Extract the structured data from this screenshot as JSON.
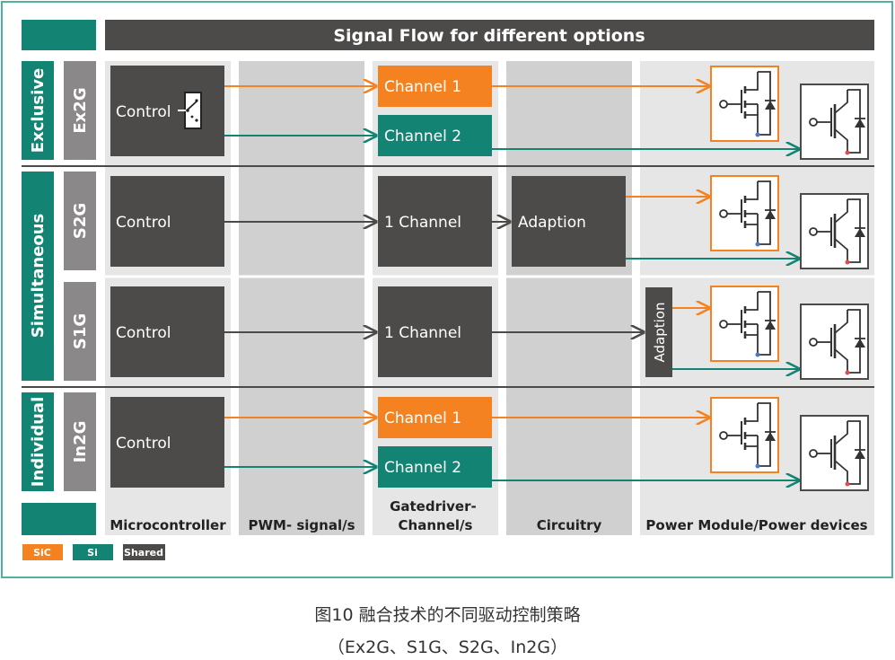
{
  "title": "Signal Flow for different options",
  "groups": [
    {
      "label": "Exclusive"
    },
    {
      "label": "Simultaneous"
    },
    {
      "label": "Individual"
    }
  ],
  "rows": [
    {
      "label": "Ex2G",
      "controller": "Control",
      "gatedriver": [
        "Channel 1",
        "Channel 2"
      ]
    },
    {
      "label": "S2G",
      "controller": "Control",
      "gatedriver": [
        "1 Channel"
      ],
      "circuitry": "Adaption"
    },
    {
      "label": "S1G",
      "controller": "Control",
      "gatedriver": [
        "1 Channel"
      ],
      "power_adaption": "Adaption"
    },
    {
      "label": "In2G",
      "controller": "Control",
      "gatedriver": [
        "Channel 1",
        "Channel 2"
      ]
    }
  ],
  "columns": [
    "Microcontroller",
    "PWM- signal/s",
    "Gatedriver-\nChannel/s",
    "Circuitry",
    "Power Module/Power devices"
  ],
  "legend": [
    {
      "label": "SiC",
      "color": "#f58220"
    },
    {
      "label": "Si",
      "color": "#138473"
    },
    {
      "label": "Shared",
      "color": "#4d4b49"
    }
  ],
  "colors": {
    "sic": "#f58220",
    "si": "#138473",
    "shared": "#4d4b49",
    "lane_light": "#e6e6e6",
    "lane_dark": "#d0d0d0",
    "label_gray": "#8a8888",
    "title_bar": "#4d4b49",
    "frame_border": "#4db39f"
  },
  "caption": {
    "line1": "图10  融合技术的不同驱动控制策略",
    "line2": "（Ex2G、S1G、S2G、In2G）"
  }
}
